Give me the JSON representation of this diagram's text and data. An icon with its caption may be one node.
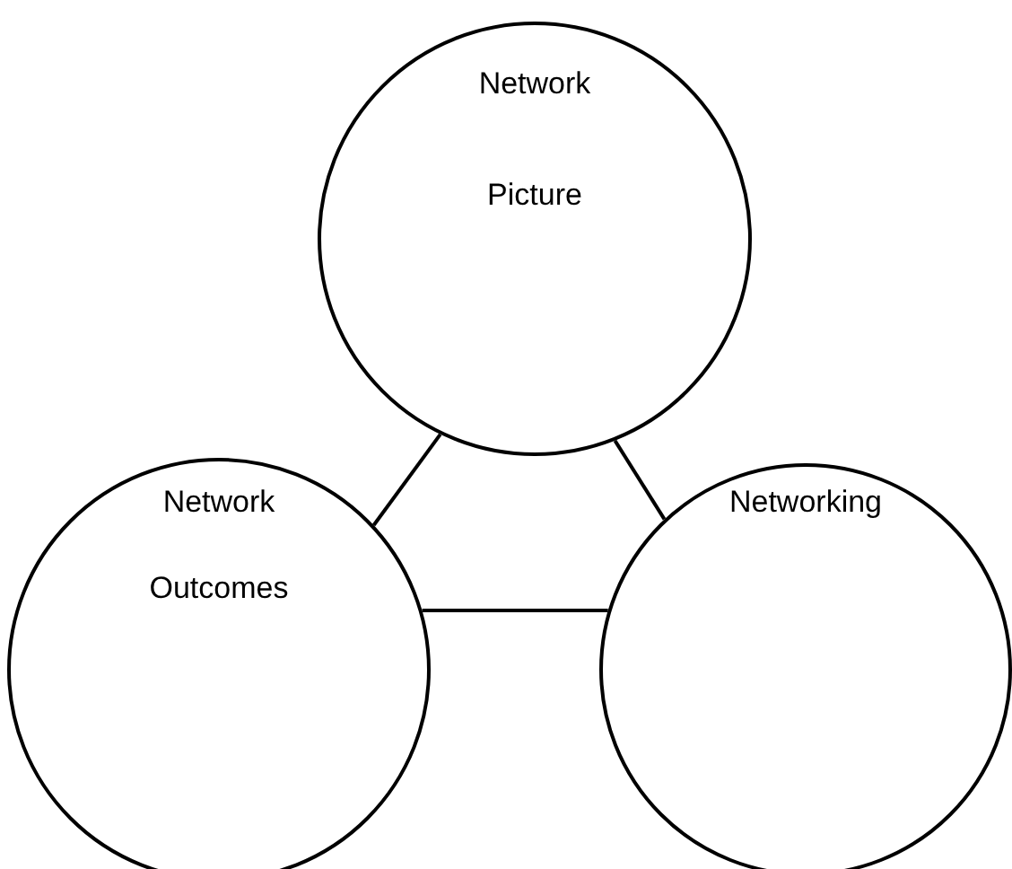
{
  "diagram": {
    "nodes": [
      {
        "text": [
          "Network Picture"
        ]
      },
      {
        "text": [
          "Network Outcomes"
        ]
      },
      {
        "text": [
          "Networking"
        ]
      }
    ],
    "edges": [
      {
        "from": 0,
        "to": 1,
        "arrow": "none"
      },
      {
        "from": 0,
        "to": 2,
        "arrow": "none"
      },
      {
        "from": 1,
        "to": 2,
        "arrow": "none"
      }
    ]
  }
}
